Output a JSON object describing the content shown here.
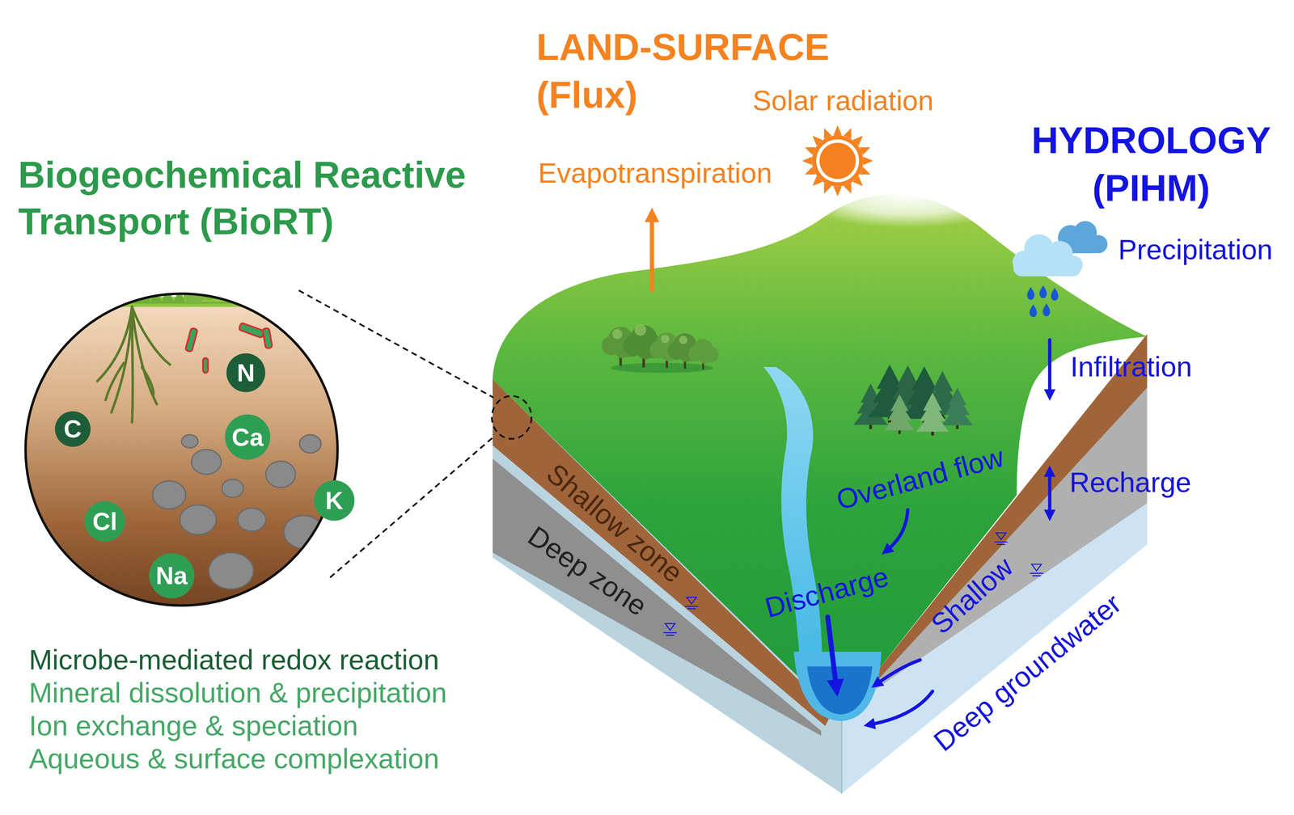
{
  "diagram": {
    "nodes": [
      {
        "text": [
          "N"
        ]
      },
      {
        "text": [
          "C"
        ]
      },
      {
        "text": [
          "Ca"
        ]
      },
      {
        "text": [
          "K"
        ]
      },
      {
        "text": [
          "Cl"
        ]
      },
      {
        "text": [
          "Na"
        ]
      }
    ],
    "labels": [
      "Biogeochemical Reactive Transport (BioRT)",
      "LAND-SURFACE (Flux)",
      "Solar radiation",
      "Evapotranspiration",
      "HYDROLOGY (PIHM)",
      "Precipitation",
      "Infiltration",
      "Recharge",
      "Overland flow",
      "Shallow zone",
      "Discharge",
      "Deep zone",
      "Shallow",
      "Deep groundwater",
      "Microbe-mediated redox reaction",
      "Mineral dissolution & precipitation",
      "Ion exchange & speciation",
      "Aqueous & surface complexation"
    ]
  }
}
